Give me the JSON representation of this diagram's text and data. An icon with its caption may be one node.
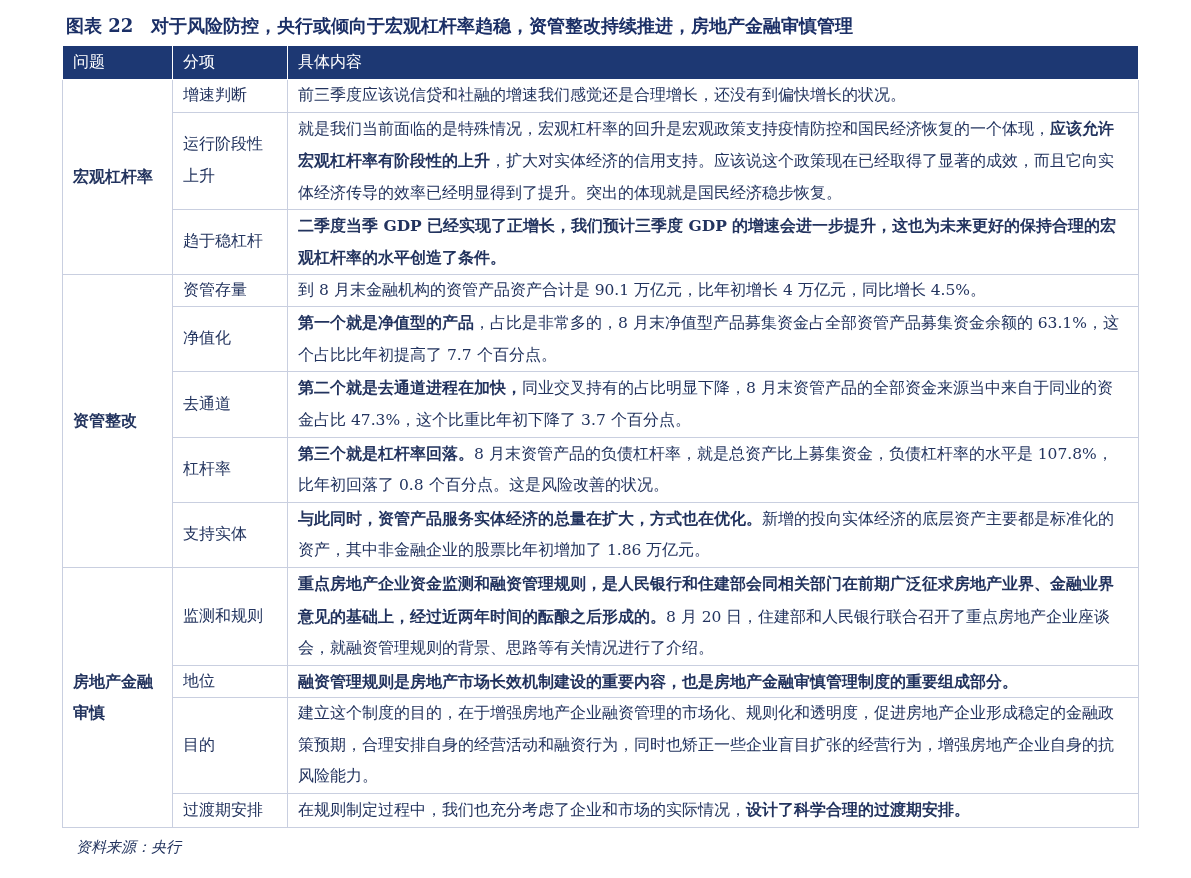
{
  "diagram": {
    "title": "图表 22　对于风险防控，央行或倾向于宏观杠杆率趋稳，资管整改持续推进，房地产金融审慎管理",
    "labels": [
      "问题",
      "分项",
      "具体内容",
      "宏观杠杆率",
      "增速判断",
      "前三季度应该说信贷和社融的增速我们感觉还是合理增长，还没有到偏快增长的状况。",
      "运行阶段性上升",
      "就是我们当前面临的是特殊情况，宏观杠杆率的回升是宏观政策支持疫情防控和国民经济恢复的一个体现，**应该允许宏观杠杆率有阶段性的上升**，扩大对实体经济的信用支持。应该说这个政策现在已经取得了显著的成效，而且它向实体经济传导的效率已经明显得到了提升。突出的体现就是国民经济稳步恢复。",
      "趋于稳杠杆",
      "二季度当季 GDP 已经实现了正增长，我们预计三季度 GDP 的增速会进一步提升，这也为未来更好的保持合理的宏观杠杆率的水平创造了条件。",
      "资管整改",
      "资管存量",
      "到 8 月末金融机构的资管产品资产合计是 90.1 万亿元，比年初增长 4 万亿元，同比增长 4.5%。",
      "净值化",
      "**第一个就是净值型的产品**，占比是非常多的，8 月末净值型产品募集资金占全部资管产品募集资金余额的 63.1%，这个占比比年初提高了 7.7 个百分点。",
      "去通道",
      "**第二个就是去通道进程在加快，**同业交叉持有的占比明显下降，8 月末资管产品的全部资金来源当中来自于同业的资金占比 47.3%，这个比重比年初下降了 3.7 个百分点。",
      "杠杆率",
      "**第三个就是杠杆率回落。**8 月末资管产品的负债杠杆率，就是总资产比上募集资金，负债杠杆率的水平是 107.8%，比年初回落了 0.8 个百分点。这是风险改善的状况。",
      "支持实体",
      "**与此同时，资管产品服务实体经济的总量在扩大，方式也在优化。**新增的投向实体经济的底层资产主要都是标准化的资产，其中非金融企业的股票比年初增加了 1.86 万亿元。",
      "房地产金融审慎",
      "监测和规则",
      "**重点房地产企业资金监测和融资管理规则，是人民银行和住建部会同相关部门在前期广泛征求房地产业界、金融业界意见的基础上，经过近两年时间的酝酿之后形成的。**8 月 20 日，住建部和人民银行联合召开了重点房地产企业座谈会，就融资管理规则的背景、思路等有关情况进行了介绍。",
      "地位",
      "融资管理规则是房地产市场长效机制建设的重要内容，也是房地产金融审慎管理制度的重要组成部分。",
      "目的",
      "建立这个制度的目的，在于增强房地产企业融资管理的市场化、规则化和透明度，促进房地产企业形成稳定的金融政策预期，合理安排自身的经营活动和融资行为，同时也矫正一些企业盲目扩张的经营行为，增强房地产企业自身的抗风险能力。",
      "过渡期安排",
      "在规则制定过程中，我们也充分考虑了企业和市场的实际情况，**设计了科学合理的过渡期安排。**"
    ],
    "caption": "资料来源：央行"
  }
}
